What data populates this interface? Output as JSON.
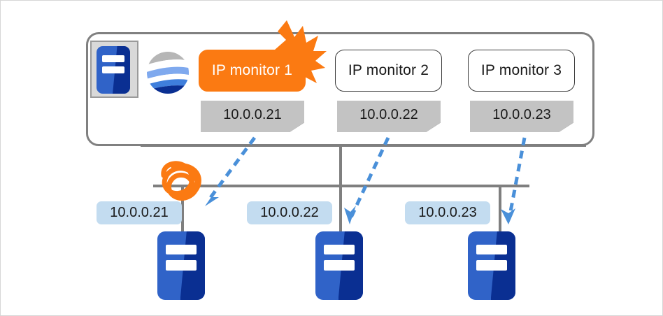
{
  "diagram": {
    "title": "IP monitor redundancy diagram",
    "colors": {
      "accent_orange": "#fb7a12",
      "server_blue": "#3063c8",
      "server_dark_blue": "#0a2f92",
      "line_gray": "#7f7f7f",
      "note_gray": "#c3c3c3",
      "chip_blue": "#c3dcf0",
      "arrow_blue": "#4a90d9",
      "panel_border": "#808080"
    },
    "panel": {
      "rack_icon": "server-rack-icon",
      "globe_icon": "globe-icon",
      "burst_icon": "alert-burst-icon",
      "monitors": [
        {
          "label": "IP monitor 1",
          "ip": "10.0.0.21",
          "state": "active"
        },
        {
          "label": "IP monitor 2",
          "ip": "10.0.0.22",
          "state": "idle"
        },
        {
          "label": "IP monitor 3",
          "ip": "10.0.0.23",
          "state": "idle"
        }
      ]
    },
    "targets": [
      {
        "ip": "10.0.0.21",
        "icon": "server-icon"
      },
      {
        "ip": "10.0.0.22",
        "icon": "server-icon"
      },
      {
        "ip": "10.0.0.23",
        "icon": "server-icon"
      }
    ],
    "annotations": {
      "link_failure_icon": "scribble-cross-out-icon",
      "monitor_arrows": "dashed-arrow-icon"
    }
  }
}
